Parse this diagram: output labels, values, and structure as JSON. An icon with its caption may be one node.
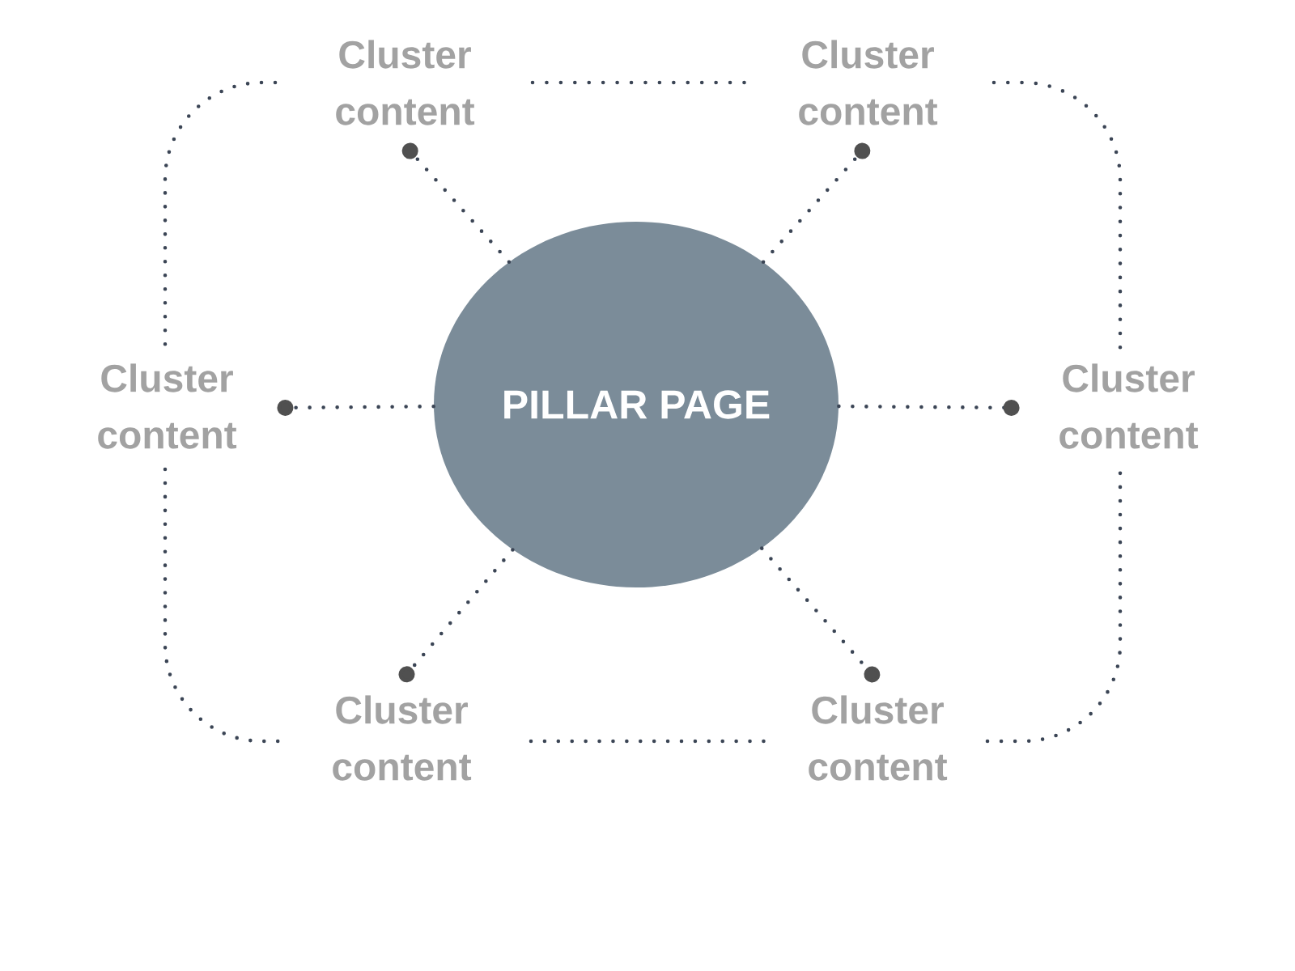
{
  "diagram": {
    "nodes": [
      {
        "text": [
          "Cluster content"
        ]
      },
      {
        "text": [
          "Cluster content"
        ]
      },
      {
        "text": [
          "Cluster content"
        ]
      },
      {
        "text": [
          "PILLAR PAGE"
        ]
      },
      {
        "text": [
          "Cluster content"
        ]
      },
      {
        "text": [
          "Cluster content"
        ]
      },
      {
        "text": [
          "Cluster content"
        ]
      }
    ],
    "edges": [
      {
        "from": 3,
        "to": 0,
        "arrow": "other"
      },
      {
        "from": 3,
        "to": 1,
        "arrow": "other"
      },
      {
        "from": 3,
        "to": 2,
        "arrow": "other"
      },
      {
        "from": 3,
        "to": 4,
        "arrow": "other"
      },
      {
        "from": 3,
        "to": 5,
        "arrow": "other"
      },
      {
        "from": 3,
        "to": 6,
        "arrow": "other"
      },
      {
        "from": 0,
        "to": 1,
        "arrow": "none"
      },
      {
        "from": 1,
        "to": 4,
        "arrow": "none"
      },
      {
        "from": 0,
        "to": 2,
        "arrow": "none"
      },
      {
        "from": 2,
        "to": 5,
        "arrow": "none"
      },
      {
        "from": 5,
        "to": 6,
        "arrow": "none"
      },
      {
        "from": 6,
        "to": 4,
        "arrow": "none"
      }
    ]
  }
}
